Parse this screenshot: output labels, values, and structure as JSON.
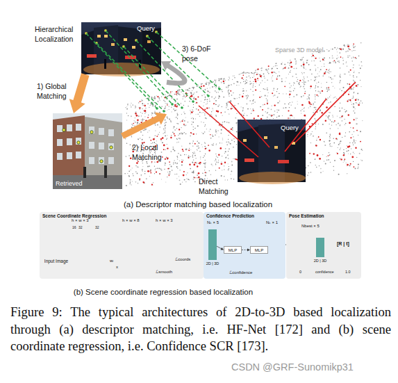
{
  "diagram": {
    "caption": "Figure 9: The typical architectures of 2D-to-3D based localization through (a) descriptor matching, i.e. HF-Net [172] and (b) scene coordinate regression, i.e. Confidence SCR [173].",
    "nodes": [
      {
        "text": [
          "Query"
        ]
      },
      {
        "text": [
          "Retrieved"
        ]
      },
      {
        "text": [
          "Sparse 3D model"
        ]
      },
      {
        "text": [
          "Query"
        ]
      },
      {
        "text": [
          "Scene Coordinate Regression"
        ]
      },
      {
        "text": [
          "Input Image"
        ],
        "in": 4
      },
      {
        "text": [
          "Confidence Prediction"
        ]
      },
      {
        "text": [
          "2D | 3D"
        ],
        "in": 6
      },
      {
        "text": [
          "MLP"
        ],
        "in": 6
      },
      {
        "text": [
          "MLP"
        ],
        "in": 6
      },
      {
        "text": [
          "Pose Estimation"
        ]
      },
      {
        "text": [
          "2D | 3D"
        ],
        "in": 10
      }
    ],
    "edges": [
      {
        "from": 0,
        "to": 1,
        "label": "1) Global Matching",
        "arrow": "to"
      },
      {
        "from": 1,
        "to": 2,
        "label": "2) Local Matching",
        "arrow": "to"
      },
      {
        "from": 2,
        "to": 0,
        "label": "3) 6-DoF pose",
        "arrow": "to"
      },
      {
        "from": 7,
        "to": 8,
        "arrow": "to"
      },
      {
        "from": 8,
        "to": 9,
        "arrow": "to"
      }
    ],
    "labels": [
      "Hierarchical Localization",
      "Direct Matching",
      "(a) Descriptor matching based localization",
      "h × w × 3",
      "16",
      "32",
      "32",
      "h × w × 8",
      "h × w × 3",
      "wᵢ",
      "x",
      "ℒcoords",
      "ℒsmooth",
      "Nₖ × 5",
      "Nₖ × 1",
      "ℒconfidence",
      "Nbest × 5",
      "[R | t]",
      "0",
      "confidence",
      "1.0",
      "(b) Scene coordinate regression based localization",
      "CSDN @GRF-Sunomikp31"
    ]
  }
}
